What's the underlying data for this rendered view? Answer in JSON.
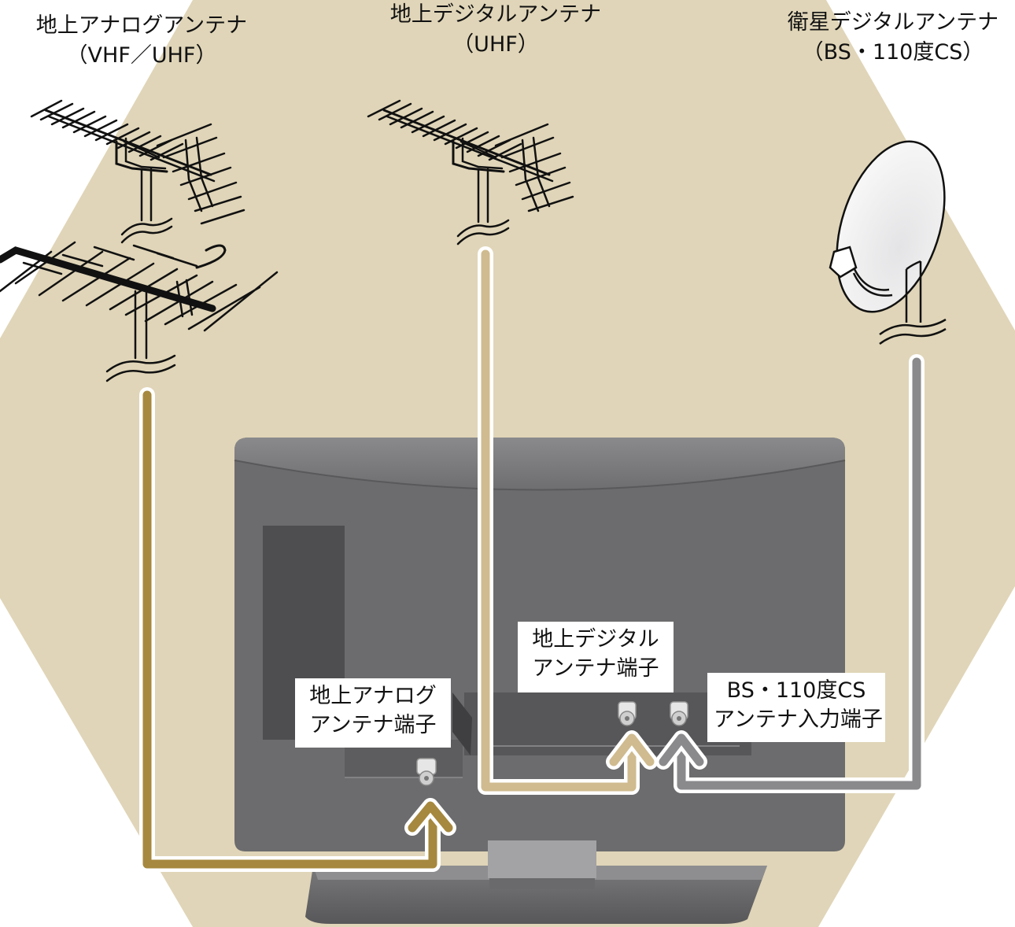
{
  "colors": {
    "background_hex": "#e0d5b8",
    "tv_body": "#6c6c6e",
    "analog_cable": "#a6883e",
    "digital_cable": "#cfbb8f",
    "satellite_cable": "#8a8a8c"
  },
  "antennas": {
    "analog": {
      "line1": "地上アナログアンテナ",
      "line2": "（VHF／UHF）",
      "icon": "yagi-antenna-icon"
    },
    "digital": {
      "line1": "地上デジタルアンテナ",
      "line2": "（UHF）",
      "icon": "uhf-antenna-icon"
    },
    "satellite": {
      "line1": "衛星デジタルアンテナ",
      "line2": "（BS・110度CS）",
      "icon": "satellite-dish-icon"
    }
  },
  "terminals": {
    "analog": {
      "line1": "地上アナログ",
      "line2": "アンテナ端子"
    },
    "digital": {
      "line1": "地上デジタル",
      "line2": "アンテナ端子"
    },
    "satellite": {
      "line1": "BS・110度CS",
      "line2": "アンテナ入力端子"
    }
  }
}
